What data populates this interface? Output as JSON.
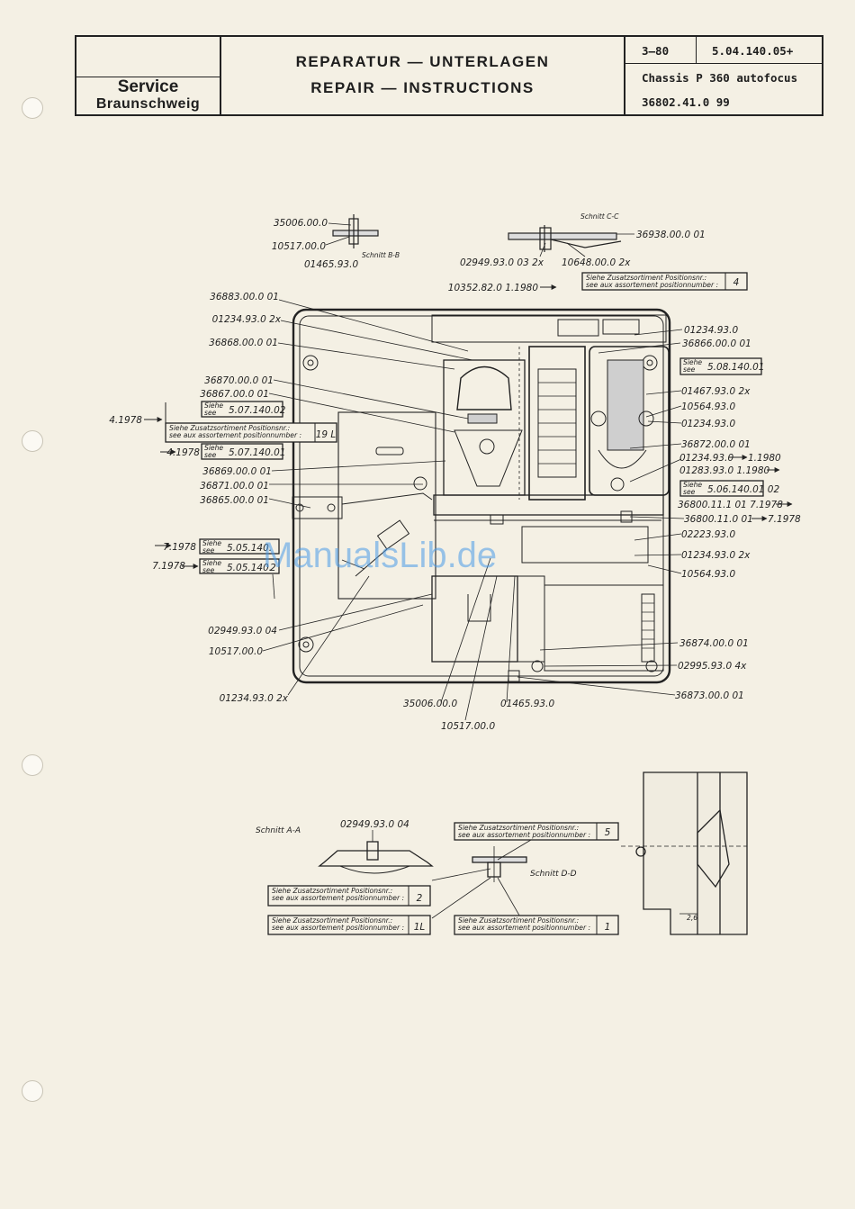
{
  "header": {
    "service": "Service",
    "location": "Braunschweig",
    "title_de": "REPARATUR — UNTERLAGEN",
    "title_en": "REPAIR — INSTRUCTIONS",
    "date": "3–80",
    "doc_code": "5.04.140.05+",
    "chassis": "Chassis P 360 autofocus",
    "part_number": "36802.41.0 99"
  },
  "diagram": {
    "section_bb": "Schnitt B-B",
    "section_cc": "Schnitt C-C",
    "section_aa": "Schnitt A-A",
    "section_dd": "Schnitt D-D",
    "labels_left": [
      "35006.00.0",
      "10517.00.0",
      "01465.93.0",
      "36883.00.0 01",
      "01234.93.0 2x",
      "36868.00.0 01",
      "36870.00.0 01",
      "36867.00.0 01",
      "4.1978",
      "4.1978",
      "36869.00.0 01",
      "36871.00.0 01",
      "36865.00.0 01",
      "7.1978",
      "7.1978",
      "02949.93.0 04",
      "10517.00.0",
      "01234.93.0 2x"
    ],
    "labels_top": [
      "36938.00.0 01",
      "02949.93.0 03 2x",
      "10648.00.0 2x",
      "10352.82.0 1.1980"
    ],
    "labels_right": [
      "01234.93.0",
      "36866.00.0 01",
      "01467.93.0 2x",
      "10564.93.0",
      "01234.93.0",
      "36872.00.0 01",
      "01234.93.0",
      "1.1980",
      "01283.93.0 1.1980",
      "36800.11.1 01 7.1978",
      "36800.11.0 01",
      "7.1978",
      "02223.93.0",
      "01234.93.0 2x",
      "10564.93.0",
      "36874.00.0 01",
      "02995.93.0 4x",
      "36873.00.0 01"
    ],
    "labels_bottom": [
      "35006.00.0",
      "01465.93.0",
      "10517.00.0",
      "02949.93.0 04"
    ],
    "see_boxes": [
      {
        "line1": "Siehe",
        "line2": "see",
        "ref": "5.08.140.01"
      },
      {
        "line1": "Siehe",
        "line2": "see",
        "ref": "5.07.140.02"
      },
      {
        "line1": "Siehe",
        "line2": "see",
        "ref": "5.07.140.01"
      },
      {
        "line1": "Siehe",
        "line2": "see",
        "ref": "5.06.140.01 02"
      },
      {
        "line1": "Siehe",
        "line2": "see",
        "ref": "5.05.140."
      },
      {
        "line1": "Siehe",
        "line2": "see",
        "ref": "5.05.140."
      },
      {
        "mark": "2"
      }
    ],
    "assortment_boxes": [
      {
        "de": "Siehe Zusatzsortiment Positionsnr.:",
        "fr": "see aux assortement positionnumber :",
        "num": "4"
      },
      {
        "de": "Siehe Zusatzsortiment Positionsnr.:",
        "fr": "see aux assortement positionnumber :",
        "num": "19 L"
      },
      {
        "de": "Siehe Zusatzsortiment Positionsnr.:",
        "fr": "see aux assortement positionnumber :",
        "num": "5"
      },
      {
        "de": "Siehe Zusatzsortiment Positionsnr.:",
        "fr": "see aux assortement positionnumber :",
        "num": "2"
      },
      {
        "de": "Siehe Zusatzsortiment Positionsnr.:",
        "fr": "see aux assortement positionnumber :",
        "num": "1L"
      },
      {
        "de": "Siehe Zusatzsortiment Positionsnr.:",
        "fr": "see aux assortement positionnumber :",
        "num": "1"
      }
    ],
    "dimension": "2,6"
  },
  "watermark": "ManualsLib.de"
}
